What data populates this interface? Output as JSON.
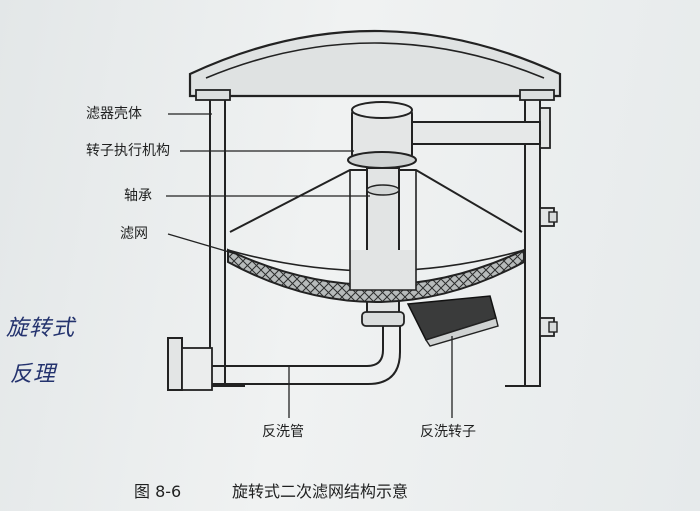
{
  "labels": {
    "housing": "滤器壳体",
    "rotor_actuator": "转子执行机构",
    "bearing": "轴承",
    "screen": "滤网",
    "backwash_pipe": "反洗管",
    "backwash_rotor": "反洗转子"
  },
  "caption": {
    "number": "图 8-6",
    "title": "旋转式二次滤网结构示意"
  },
  "handwritten": {
    "line1": "旋转式",
    "line2": "反理"
  }
}
